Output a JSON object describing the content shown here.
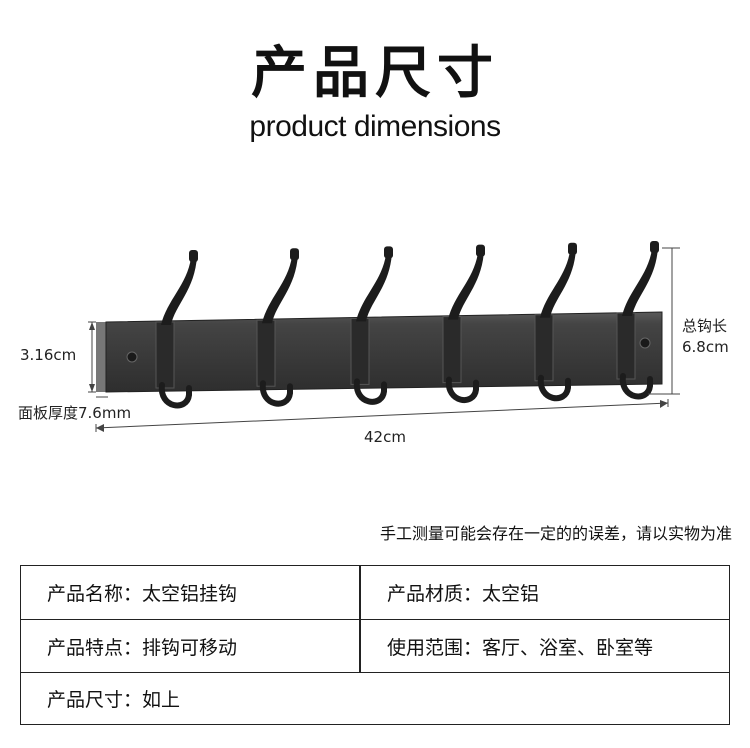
{
  "header": {
    "title_cn": "产品尺寸",
    "title_en": "product dimensions"
  },
  "dimensions": {
    "height_label": "3.16cm",
    "thickness_label": "面板厚度7.6mm",
    "length_label": "42cm",
    "hook_length_label_1": "总钩长",
    "hook_length_label_2": "6.8cm"
  },
  "note": "手工测量可能会存在一定的的误差，请以实物为准",
  "specs": {
    "name": "产品名称：太空铝挂钩",
    "material": "产品材质：太空铝",
    "feature": "产品特点：排钩可移动",
    "usage": "使用范围：客厅、浴室、卧室等",
    "size": "产品尺寸：如上"
  },
  "colors": {
    "panel": "#3a3a3a",
    "hook": "#1c1c1c",
    "background": "#ffffff"
  }
}
